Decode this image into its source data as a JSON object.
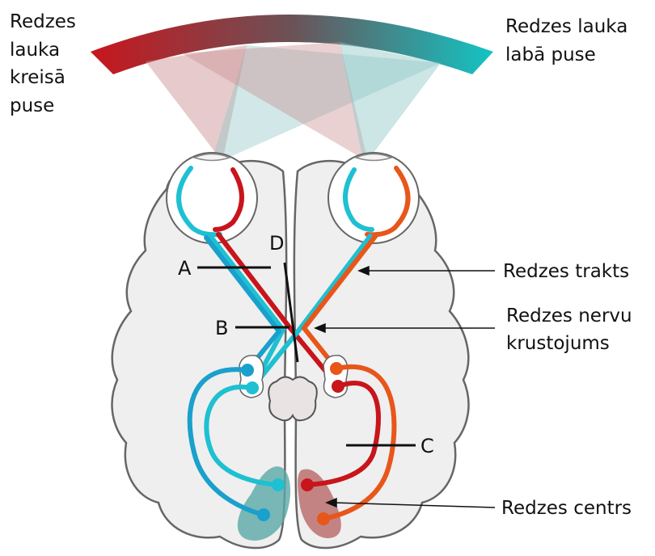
{
  "labels": {
    "field_left": [
      "Redzes",
      "lauka",
      "kreisā",
      "puse"
    ],
    "field_right": [
      "Redzes lauka",
      "labā puse"
    ],
    "optic_tract": "Redzes trakts",
    "chiasm": [
      "Redzes nervu",
      "krustojums"
    ],
    "visual_center": "Redzes centrs"
  },
  "markers": {
    "a": "A",
    "b": "B",
    "c": "C",
    "d": "D"
  },
  "colors": {
    "arc_start": "#c8161d",
    "arc_end": "#13c4c4",
    "red": "#c8151b",
    "cyan": "#1ec0d2",
    "blue": "#1aa0cc",
    "orange": "#e8561a",
    "brain_fill": "#efefef",
    "brain_stroke": "#666666",
    "cone_red": "#c98b8f",
    "cone_cyan": "#8fc6c6"
  }
}
